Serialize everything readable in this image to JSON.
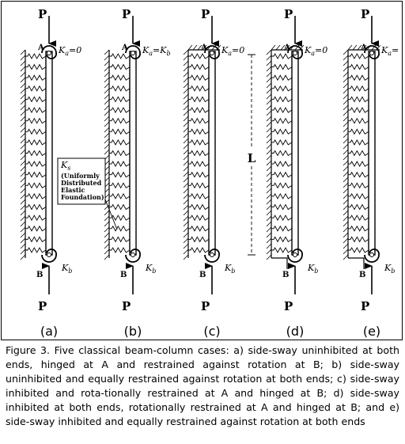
{
  "cases": [
    {
      "id": "a",
      "label": "(a)",
      "top_k": "Ka=0",
      "bot_k": "Kb"
    },
    {
      "id": "b",
      "label": "(b)",
      "top_k": "Ka=Kb",
      "bot_k": "Kb"
    },
    {
      "id": "c",
      "label": "(c)",
      "top_k": "Ka=0",
      "bot_k": "Kb"
    },
    {
      "id": "d",
      "label": "(d)",
      "top_k": "Ka=0",
      "bot_k": "Kb"
    },
    {
      "id": "e",
      "label": "(e)",
      "top_k": "Ka=",
      "bot_k": "Kb"
    }
  ],
  "load_label": "P",
  "point_top": "A",
  "point_bottom": "B",
  "length_label": "L",
  "foundation": {
    "symbol": "ks",
    "lines": [
      "(Uniformly",
      "Distributed",
      "Elastic",
      "Foundation)"
    ]
  },
  "caption": "Figure 3. Five classical beam-column cases: a) side-sway uninhibited at both ends, hinged at A and restrained against rotation at B; b) side-sway uninhibited and equally restrained against rotation at both ends; c) side-sway inhibited and rota-tionally restrained at A and hinged at B; d) side-sway inhibited at both ends, rotationally restrained at A and hinged at B; and e) side-sway inhibited and equally restrained against rotation at both ends"
}
